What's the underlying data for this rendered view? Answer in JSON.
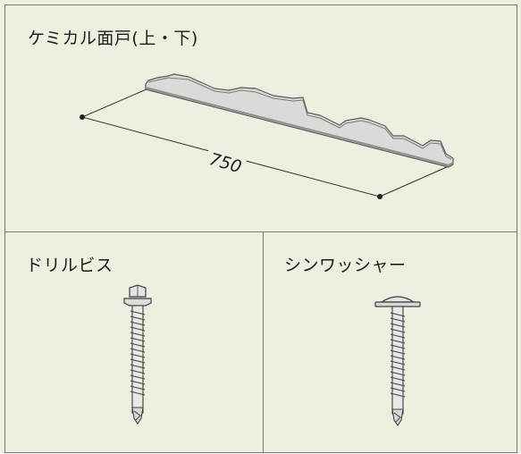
{
  "top_panel": {
    "title": "ケミカル面戸(上・下)",
    "dimension": "750"
  },
  "bottom_left_panel": {
    "title": "ドリルビス"
  },
  "bottom_right_panel": {
    "title": "シンワッシャー"
  }
}
